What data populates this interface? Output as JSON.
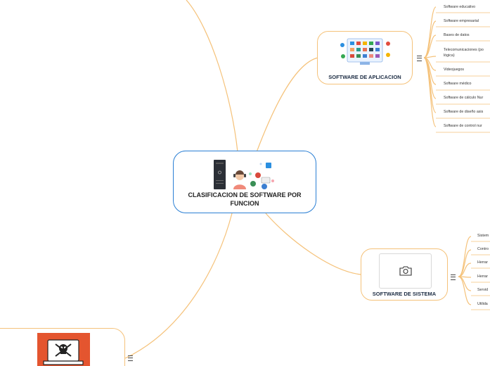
{
  "central": {
    "title": "CLASIFICACION DE SOFTWARE POR FUNCION"
  },
  "branches": {
    "aplicacion": {
      "title": "SOFTWARE DE APLICACION",
      "items": [
        "Software educativo",
        "Software empresarial",
        "Bases de datos",
        "Telecomunicaciones (po",
        "lógica)",
        "Videojuegos",
        "Software médico",
        "Software de cálculo Nur",
        "Software de diseño asis",
        "Software de control nur"
      ]
    },
    "sistema": {
      "title": "SOFTWARE DE SISTEMA",
      "items": [
        "Sistem",
        "Contro",
        "Herrar",
        "Herrar",
        "Servid",
        "Utilida"
      ]
    }
  },
  "colors": {
    "central_border": "#2a7fd4",
    "branch_border": "#f5c27a",
    "connector": "#f5c27a",
    "malware_bg": "#e4552f"
  },
  "icons": [
    "computer-tower-icon",
    "user-avatar-icon",
    "app-logos-cluster-icon",
    "camera-icon",
    "skull-laptop-icon",
    "menu-icon"
  ]
}
